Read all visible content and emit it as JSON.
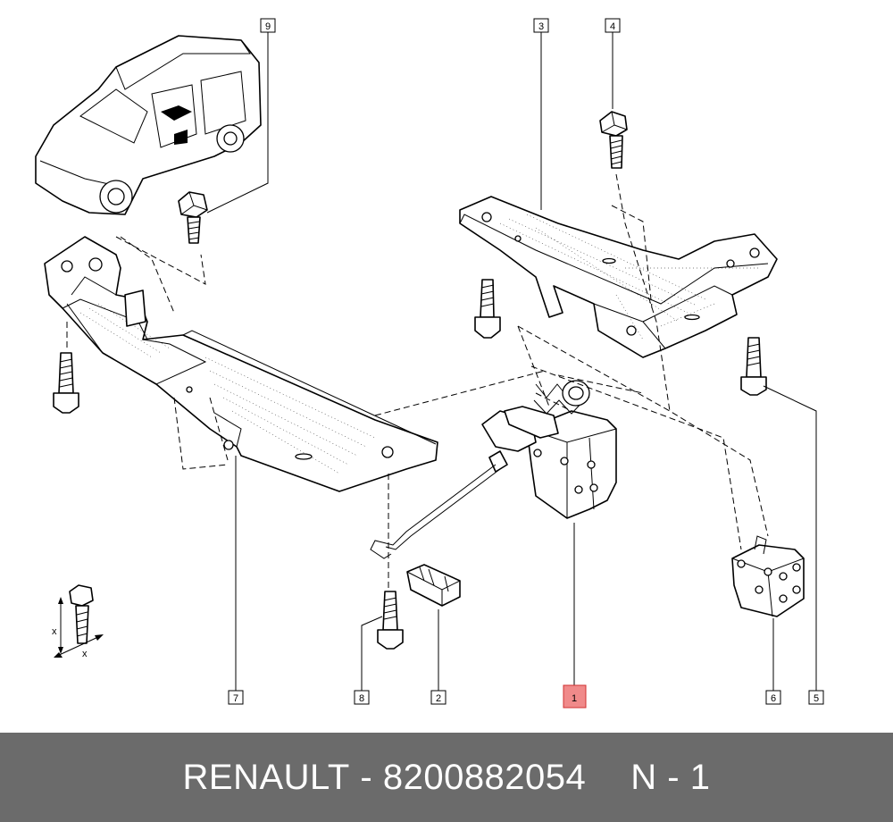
{
  "diagram": {
    "callouts": [
      {
        "key": "p9",
        "label": "9"
      },
      {
        "key": "p3",
        "label": "3"
      },
      {
        "key": "p4",
        "label": "4"
      },
      {
        "key": "p7",
        "label": "7"
      },
      {
        "key": "p8",
        "label": "8"
      },
      {
        "key": "p2",
        "label": "2"
      },
      {
        "key": "p1",
        "label": "1"
      },
      {
        "key": "p6",
        "label": "6"
      },
      {
        "key": "p5",
        "label": "5"
      }
    ],
    "highlighted_callout": "1",
    "highlight_color": "#f08a8a",
    "dimension_labels": {
      "x_vertical": "x",
      "x_diagonal": "x"
    }
  },
  "footer": {
    "brand": "RENAULT",
    "separator": "-",
    "part_number": "8200882054",
    "position_label": "N - 1",
    "background_color": "#6b6b6b"
  }
}
